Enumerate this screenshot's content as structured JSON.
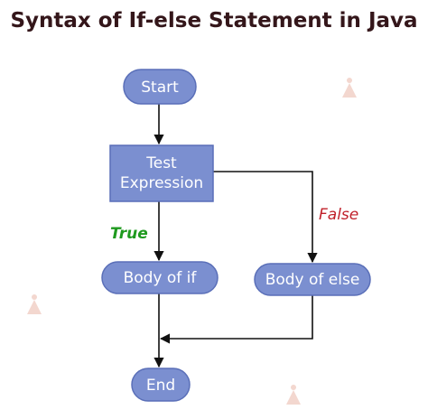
{
  "title": "Syntax of If-else Statement in Java",
  "nodes": {
    "start": "Start",
    "test_line1": "Test",
    "test_line2": "Expression",
    "body_if": "Body of if",
    "body_else": "Body of else",
    "end": "End"
  },
  "labels": {
    "true": "True",
    "false": "False"
  },
  "colors": {
    "node_fill": "#7b8fd0",
    "node_stroke": "#5a6fb8",
    "arrow": "#111111",
    "true_label": "#1f9a1f",
    "false_label": "#c0202a",
    "title": "#34161a"
  }
}
